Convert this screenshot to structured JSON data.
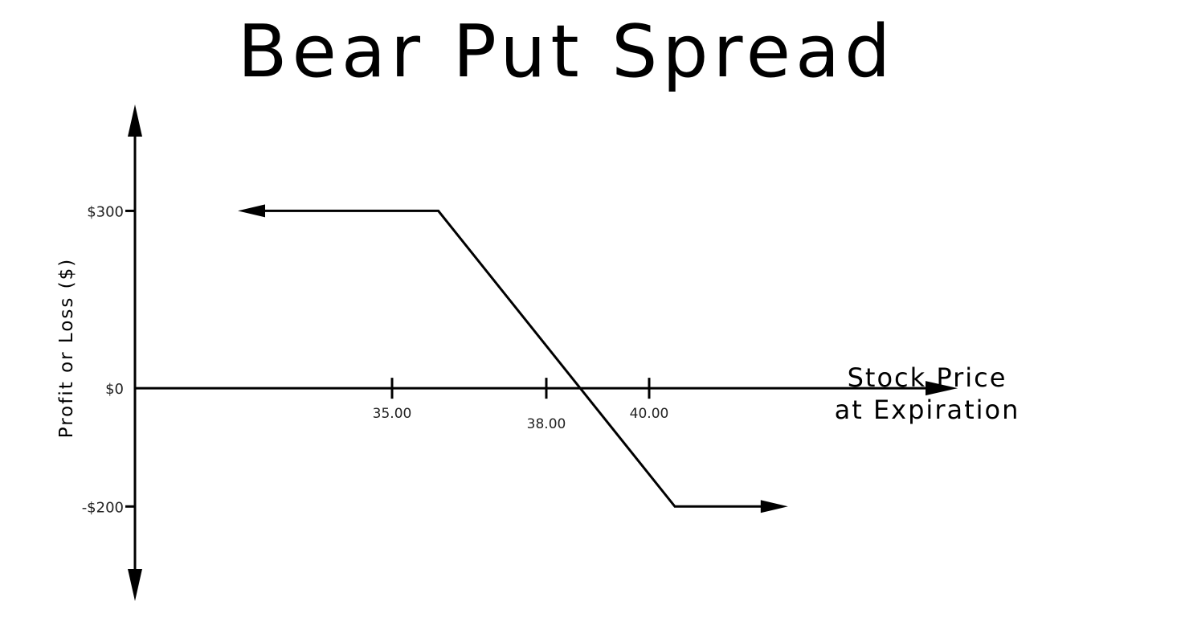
{
  "chart_data": {
    "type": "line",
    "title": "Bear Put Spread",
    "xlabel_lines": [
      "Stock Price",
      "at Expiration"
    ],
    "ylabel": "Profit or Loss ($)",
    "x_ticks": [
      {
        "value": 35,
        "label": "35.00"
      },
      {
        "value": 38,
        "label": "38.00"
      },
      {
        "value": 40,
        "label": "40.00"
      }
    ],
    "y_ticks": [
      {
        "value": 300,
        "label": "$300"
      },
      {
        "value": 0,
        "label": "$0"
      },
      {
        "value": -200,
        "label": "-$200"
      }
    ],
    "series": [
      {
        "x": [
          32.0,
          35.9,
          40.5,
          42.7
        ],
        "y": [
          300,
          300,
          -200,
          -200
        ],
        "arrow_left": true,
        "arrow_right": true
      }
    ],
    "xlim": [
      30.0,
      46.0
    ],
    "ylim": [
      -360,
      480
    ],
    "grid": false,
    "color": "#000000"
  }
}
